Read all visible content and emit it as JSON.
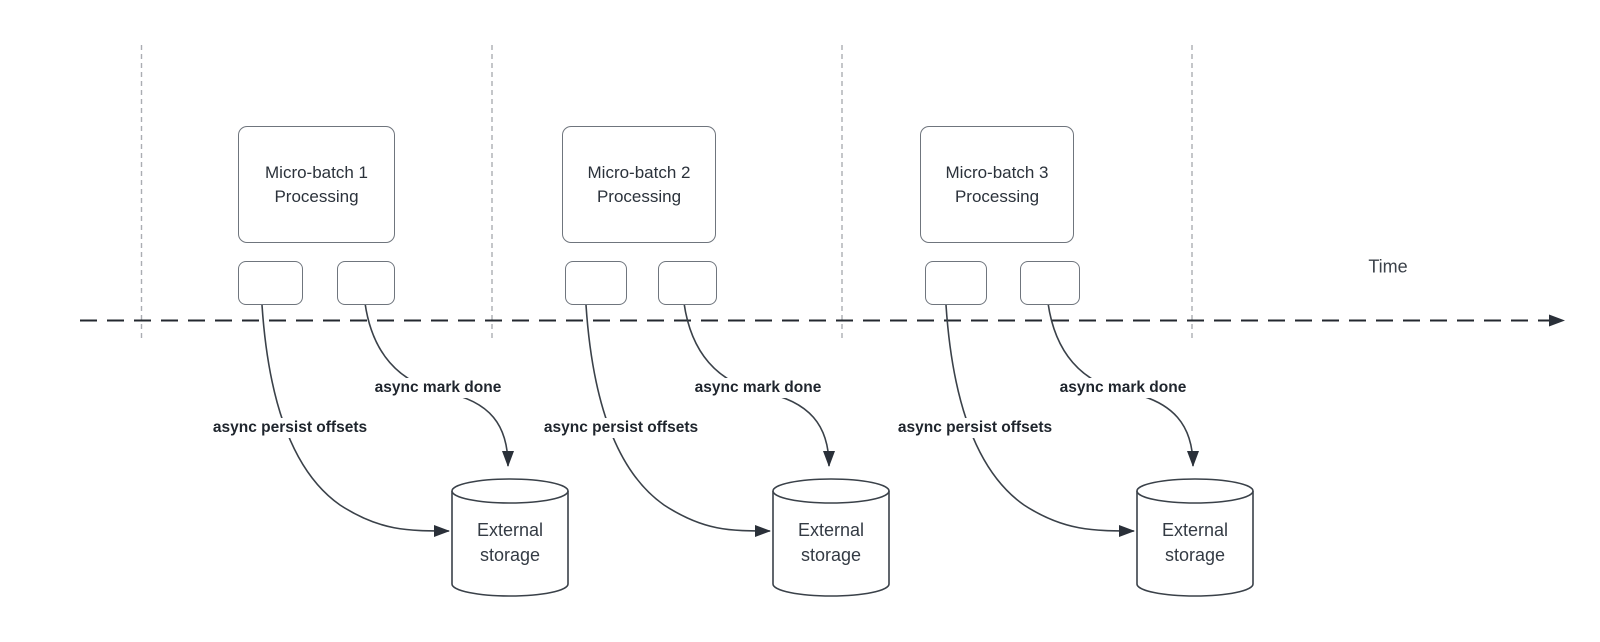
{
  "diagram": {
    "description": "Micro-batch streaming timeline with asynchronous progress tracking writes to external storage",
    "timeline": {
      "label": "Time"
    },
    "colors": {
      "timeline_stroke": "#23282f",
      "guide_stroke": "#aaadb2",
      "edge_stroke": "#3a4149",
      "node_border": "#6f757d",
      "text": "#2b323b"
    },
    "batches": [
      {
        "processing_line1": "Micro-batch 1",
        "processing_line2": "Processing",
        "persist_label": "async persist offsets",
        "markdone_label": "async mark done",
        "storage_line1": "External",
        "storage_line2": "storage"
      },
      {
        "processing_line1": "Micro-batch 2",
        "processing_line2": "Processing",
        "persist_label": "async persist offsets",
        "markdone_label": "async mark done",
        "storage_line1": "External",
        "storage_line2": "storage"
      },
      {
        "processing_line1": "Micro-batch 3",
        "processing_line2": "Processing",
        "persist_label": "async persist offsets",
        "markdone_label": "async mark done",
        "storage_line1": "External",
        "storage_line2": "storage"
      }
    ]
  }
}
